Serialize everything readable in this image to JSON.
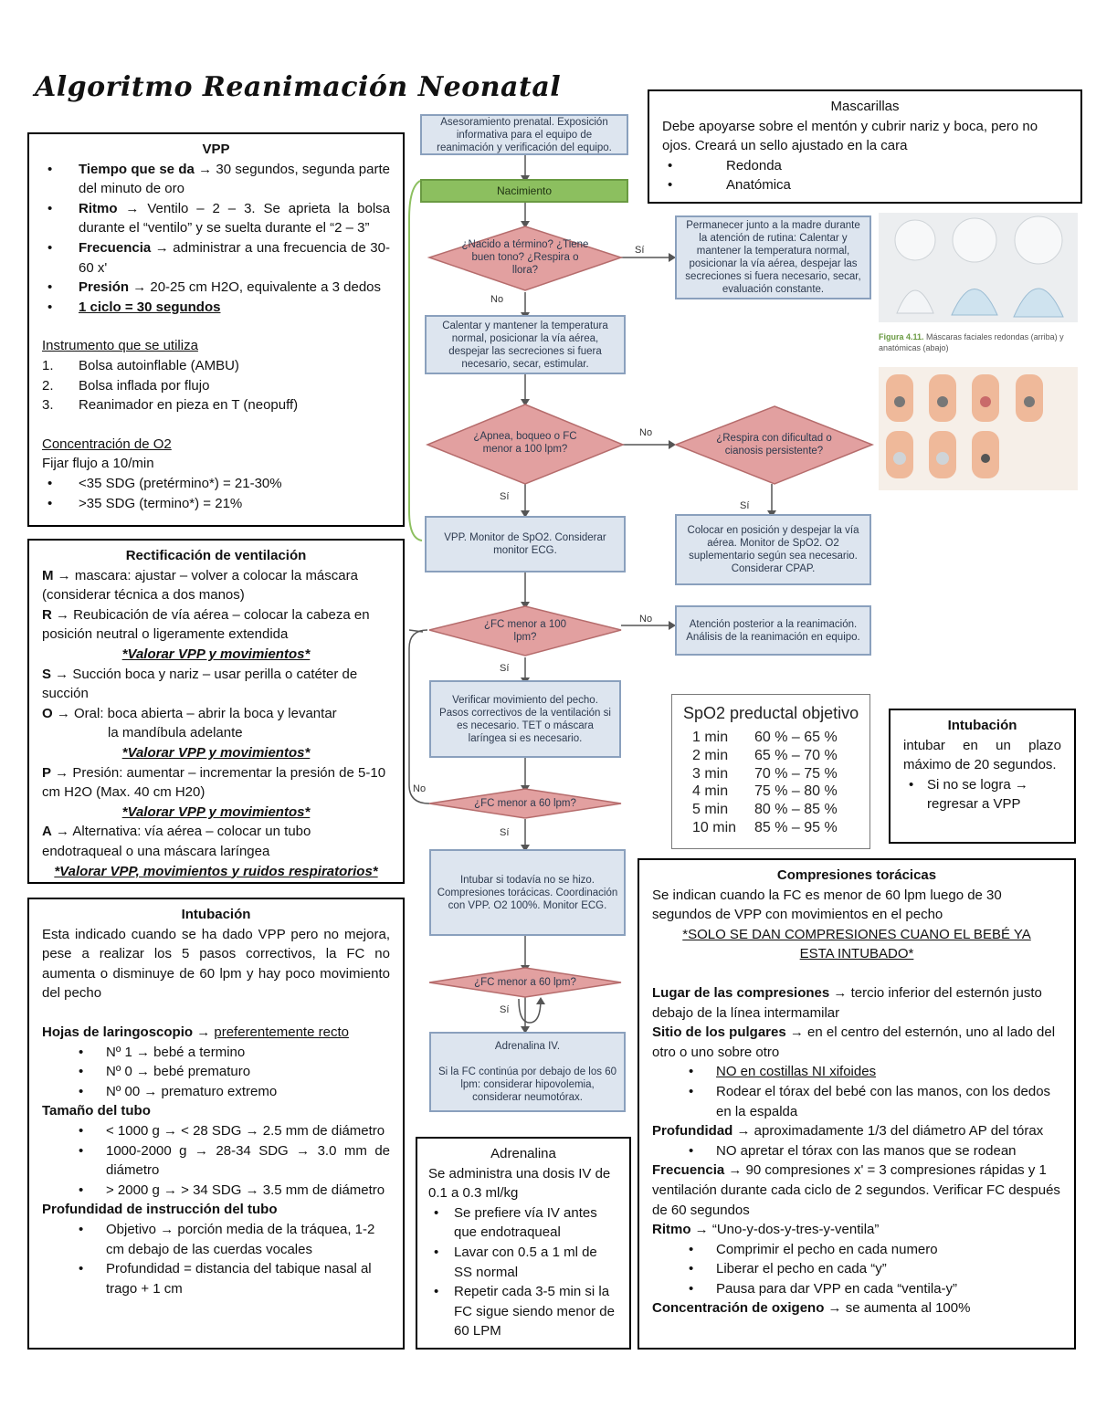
{
  "title": "Algoritmo Reanimación Neonatal",
  "vpp": {
    "title": "VPP",
    "items": [
      {
        "key": "Tiempo que se da",
        "text": " → 30 segundos, segunda parte del minuto de oro"
      },
      {
        "key": "Ritmo",
        "text": " → Ventilo – 2 – 3. Se aprieta la bolsa durante el “ventilo” y se suelta durante el “2 – 3”"
      },
      {
        "key": "Frecuencia",
        "text": " → administrar a una frecuencia de 30-60 x'"
      },
      {
        "key": "Presión",
        "text": " → 20-25 cm H2O, equivalente a 3 dedos"
      },
      {
        "key": "1 ciclo = 30 segundos",
        "text": ""
      }
    ],
    "instr_title": "Instrumento que se utiliza",
    "instruments": [
      "Bolsa autoinflable (AMBU)",
      "Bolsa inflada por flujo",
      "Reanimador en pieza en T (neopuff)"
    ],
    "conc_title": "Concentración de O2",
    "conc_text": "Fijar flujo a 10/min",
    "conc_items": [
      "<35 SDG (pretérmino*) = 21-30%",
      ">35 SDG (termino*) = 21%"
    ]
  },
  "rect": {
    "title": "Rectificación de ventilación",
    "m": {
      "k": "M",
      "t": " → mascara: ajustar – volver a colocar la máscara (considerar técnica a dos manos)"
    },
    "r": {
      "k": "R",
      "t": " → Reubicación de vía aérea – colocar la cabeza en posición neutral o ligeramente extendida"
    },
    "valorar": "*Valorar VPP y movimientos*",
    "s": {
      "k": "S",
      "t": " → Succión boca y nariz – usar perilla o catéter de succión"
    },
    "o": {
      "k": "O",
      "t": " → Oral: boca abierta – abrir la boca y levantar"
    },
    "o2": "la mandíbula adelante",
    "p": {
      "k": "P",
      "t": " → Presión: aumentar – incrementar la presión de 5-10 cm H2O (Max. 40 cm H20)"
    },
    "a": {
      "k": "A",
      "t": " → Alternativa: vía aérea – colocar un tubo endotraqueal o una máscara laríngea"
    },
    "final": "*Valorar VPP, movimientos y ruidos respiratorios*"
  },
  "intub_left": {
    "title": "Intubación",
    "text": "Esta indicado cuando se ha dado VPP pero no mejora, pese a realizar los 5 pasos correctivos, la FC no aumenta o disminuye de 60 lpm y hay poco movimiento del pecho",
    "hojas_k": "Hojas de laringoscopio",
    "hojas_t": "preferentemente recto",
    "hojas": [
      "Nº 1 → bebé a termino",
      "Nº 0 → bebé prematuro",
      "Nº 00 → prematuro extremo"
    ],
    "tam_title": "Tamaño del tubo",
    "tam": [
      "< 1000 g → < 28 SDG → 2.5 mm de diámetro",
      "1000-2000 g → 28-34 SDG → 3.0 mm de diámetro",
      "> 2000 g → > 34 SDG → 3.5 mm de diámetro"
    ],
    "prof_title": "Profundidad de instrucción del tubo",
    "prof": [
      "Objetivo → porción media de la tráquea, 1-2 cm debajo de las cuerdas vocales",
      "Profundidad = distancia del tabique nasal al trago + 1 cm"
    ]
  },
  "mascarillas": {
    "title": "Mascarillas",
    "text": "Debe apoyarse sobre el mentón y cubrir nariz y boca, pero no ojos. Creará un sello ajustado en la cara",
    "items": [
      "Redonda",
      "Anatómica"
    ]
  },
  "figure_caption": {
    "label": "Figura 4.11.",
    "text": "Máscaras faciales redondas (arriba) y anatómicas (abajo)"
  },
  "flow": {
    "prenatal": "Asesoramiento prenatal. Exposición informativa para el equipo de reanimación y verificación del equipo.",
    "nacimiento": "Nacimiento",
    "d1": "¿Nacido a término? ¿Tiene buen tono? ¿Respira o llora?",
    "madre": "Permanecer junto a la madre durante la atención de rutina: Calentar y mantener la temperatura normal, posicionar la vía aérea, despejar las secreciones si fuera necesario, secar, evaluación constante.",
    "calentar": "Calentar y mantener la temperatura normal, posicionar la vía aérea, despejar las secreciones si fuera necesario, secar, estimular.",
    "d2": "¿Apnea, boqueo o FC menor a 100 lpm?",
    "d3": "¿Respira con dificultad o cianosis persistente?",
    "vpp": "VPP. Monitor de SpO2. Considerar monitor ECG.",
    "colocar": "Colocar en posición y despejar la vía aérea. Monitor de SpO2. O2 suplementario según sea necesario. Considerar CPAP.",
    "d4": "¿FC menor a 100 lpm?",
    "posterior": "Atención posterior a la reanimación. Análisis de la reanimación en equipo.",
    "verificar": "Verificar movimiento del pecho. Pasos correctivos de la ventilación si es necesario. TET o máscara laríngea si es necesario.",
    "d5": "¿FC menor a 60 lpm?",
    "intubar": "Intubar si todavía no se hizo. Compresiones torácicas. Coordinación con VPP. O2 100%. Monitor ECG.",
    "d6": "¿FC menor a 60 lpm?",
    "adrenalina": "Adrenalina IV.",
    "adrenalina2": "Si la FC continúa por debajo de los 60 lpm: considerar hipovolemia, considerar neumotórax.",
    "si": "Sí",
    "no": "No"
  },
  "spo2": {
    "heading": "SpO2 preductal objetivo",
    "rows": [
      [
        "1 min",
        "60 % – 65 %"
      ],
      [
        "2 min",
        "65 % – 70 %"
      ],
      [
        "3 min",
        "70 % – 75 %"
      ],
      [
        "4 min",
        "75 % – 80 %"
      ],
      [
        "5 min",
        "80 % – 85 %"
      ],
      [
        "10 min",
        "85 % – 95 %"
      ]
    ]
  },
  "intub_right": {
    "title": "Intubación",
    "text": "intubar en un plazo máximo de 20 segundos.",
    "item": "Si no se logra → regresar a VPP"
  },
  "compresiones": {
    "title": "Compresiones torácicas",
    "text": "Se indican cuando la FC es menor de 60 lpm luego de 30 segundos de VPP con movimientos en el pecho",
    "note": "*SOLO SE DAN COMPRESIONES CUANO EL BEBÉ YA ESTA INTUBADO*",
    "lugar_k": "Lugar de las compresiones",
    "lugar_t": " → tercio inferior del esternón justo debajo de la línea intermamilar",
    "sitio_k": "Sitio de los pulgares",
    "sitio_t": " → en el centro del esternón, uno al lado del otro o uno sobre otro",
    "sitio_items": [
      "NO en costillas NI xifoides",
      "Rodear el tórax del bebé con las manos, con los dedos en la espalda"
    ],
    "prof_k": "Profundidad",
    "prof_t": " → aproximadamente 1/3 del diámetro AP del tórax",
    "prof_items": [
      "NO apretar el tórax con las manos que se rodean"
    ],
    "frec_k": "Frecuencia",
    "frec_t": " → 90 compresiones x' = 3 compresiones rápidas y 1 ventilación durante cada ciclo de 2 segundos. Verificar FC después de 60 segundos",
    "ritmo_k": "Ritmo",
    "ritmo_t": " → “Uno-y-dos-y-tres-y-ventila”",
    "ritmo_items": [
      "Comprimir el pecho en cada numero",
      "Liberar el pecho en cada “y”",
      "Pausa para dar VPP en cada “ventila-y”"
    ],
    "conc_k": "Concentración de oxigeno",
    "conc_t": " → se aumenta al 100%"
  },
  "adrenalina_box": {
    "title": "Adrenalina",
    "text": "Se administra una dosis IV de 0.1 a 0.3 ml/kg",
    "items": [
      "Se prefiere vía IV antes que endotraqueal",
      "Lavar con 0.5 a 1 ml de SS normal",
      "Repetir cada 3-5 min si la FC sigue siendo menor de 60 LPM"
    ]
  }
}
